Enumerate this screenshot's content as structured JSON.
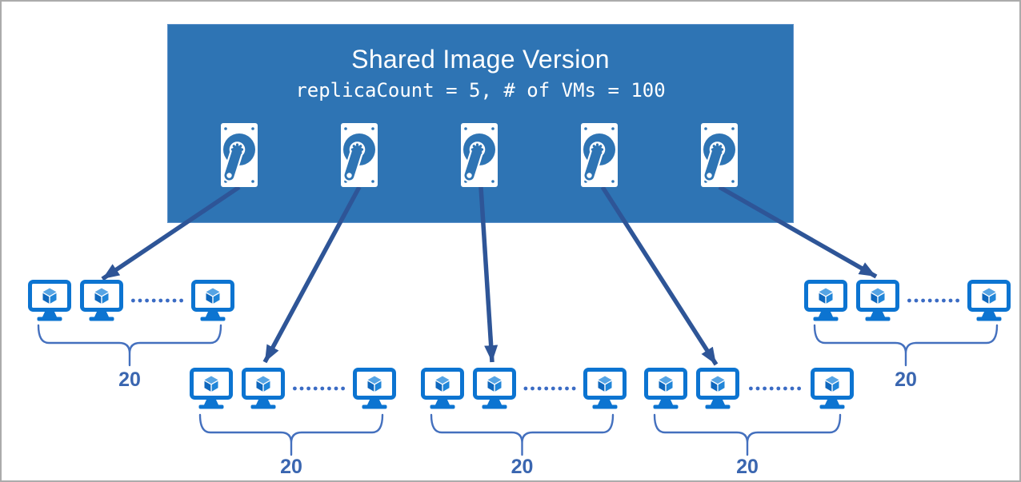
{
  "diagram": {
    "title": "Shared Image Version",
    "subtitle": "replicaCount = 5, # of VMs = 100",
    "replica_count": 5,
    "total_vms": 100,
    "disk_count": 5,
    "vm_groups": [
      {
        "label": "20"
      },
      {
        "label": "20"
      },
      {
        "label": "20"
      },
      {
        "label": "20"
      },
      {
        "label": "20"
      }
    ],
    "colors": {
      "box_fill": "#2E74B4",
      "box_border": "#5E92CA",
      "arrow": "#2E5597",
      "vm_blue": "#0C74D1",
      "cube_top": "#56A4E4",
      "cube_left": "#0E67BD",
      "cube_right": "#2085D8",
      "brace": "#4470BE",
      "dots": "#3A6BC4",
      "label": "#3A66B0",
      "canvas_border": "#ABABAB"
    }
  }
}
